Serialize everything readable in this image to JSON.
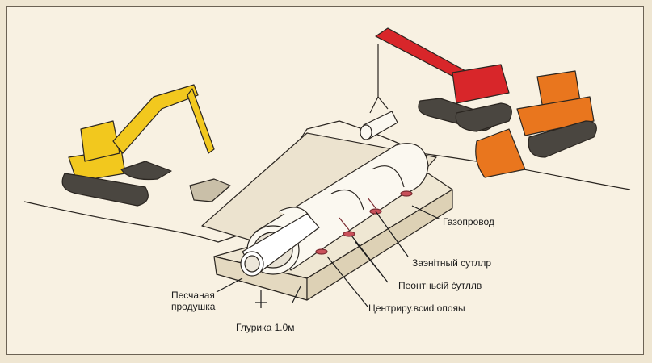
{
  "labels": {
    "gas_pipe": "Газопровод",
    "protective_casing": "Заэнітный сутллр",
    "casing": "Пеөнтньсій ćутллв",
    "centering_supports": "Центриру.всиd опояы",
    "sand_bed_line1": "Песчаная",
    "sand_bed_line2": "продушка",
    "depth": "Глурика 1.0м"
  },
  "colors": {
    "excavator": "#f2c81e",
    "crane": "#d8262a",
    "bulldozer": "#e9761e",
    "supports": "#c9505a"
  }
}
